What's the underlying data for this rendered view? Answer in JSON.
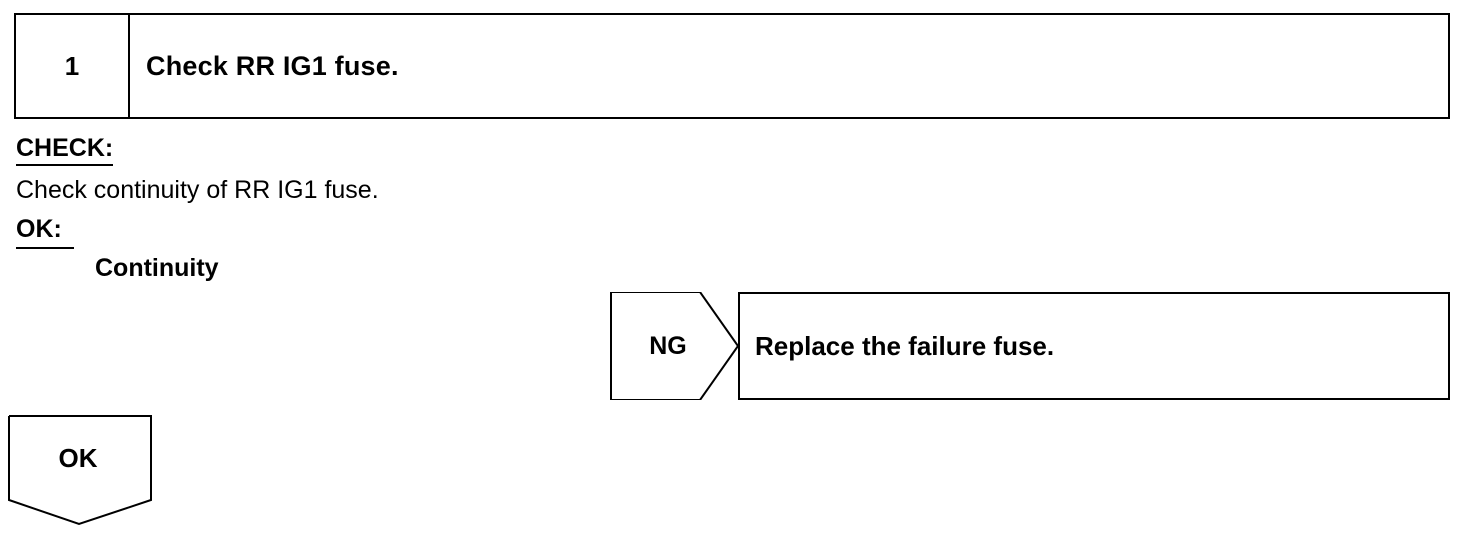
{
  "step": {
    "number": "1",
    "title": "Check RR IG1 fuse."
  },
  "check": {
    "heading": "CHECK:",
    "description": "Check continuity of RR IG1 fuse."
  },
  "ok_criteria": {
    "heading": "OK:",
    "value": "Continuity"
  },
  "ng_branch": {
    "label": "NG",
    "action": "Replace the failure fuse."
  },
  "ok_branch": {
    "label": "OK"
  }
}
